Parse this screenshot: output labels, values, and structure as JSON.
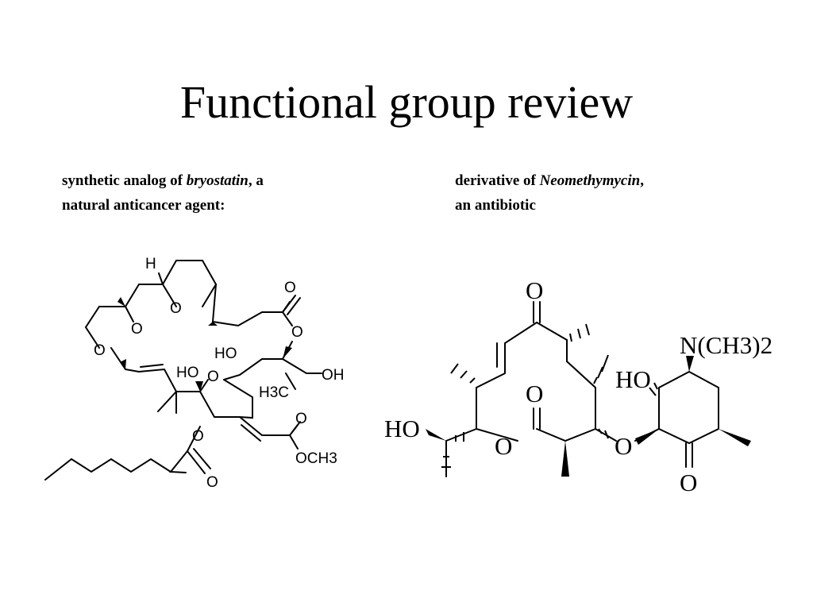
{
  "slide": {
    "title": "Functional group review",
    "left_caption": {
      "part1": "synthetic analog of ",
      "italic": "bryostatin",
      "part2": ", a",
      "line2": "natural anticancer agent:"
    },
    "right_caption": {
      "part1": "derivative of ",
      "italic": "Neomethymycin",
      "part2": ",",
      "line2": "an antibiotic"
    }
  },
  "bryostatin_labels": {
    "h": "H",
    "o_ring_top": "O",
    "o_carbonyl": "O",
    "o_ester": "O",
    "o_dioxane_1": "O",
    "o_dioxane_2": "O",
    "ho_1": "HO",
    "ho_2": "HO",
    "o_ring_mid": "O",
    "oh": "OH",
    "h3c": "H3C",
    "o_ester_2": "O",
    "ome": "OCH3",
    "o_acyloxy": "O",
    "o_acyl_carbonyl": "O"
  },
  "neomethymycin_labels": {
    "o_ketone": "O",
    "n_me2": "N(CH3)2",
    "ho_sugar": "HO",
    "o_lactone_carbonyl": "O",
    "ho_side": "HO",
    "o_lactone": "O",
    "o_glycoside": "O",
    "o_sugar_ketone": "O"
  }
}
